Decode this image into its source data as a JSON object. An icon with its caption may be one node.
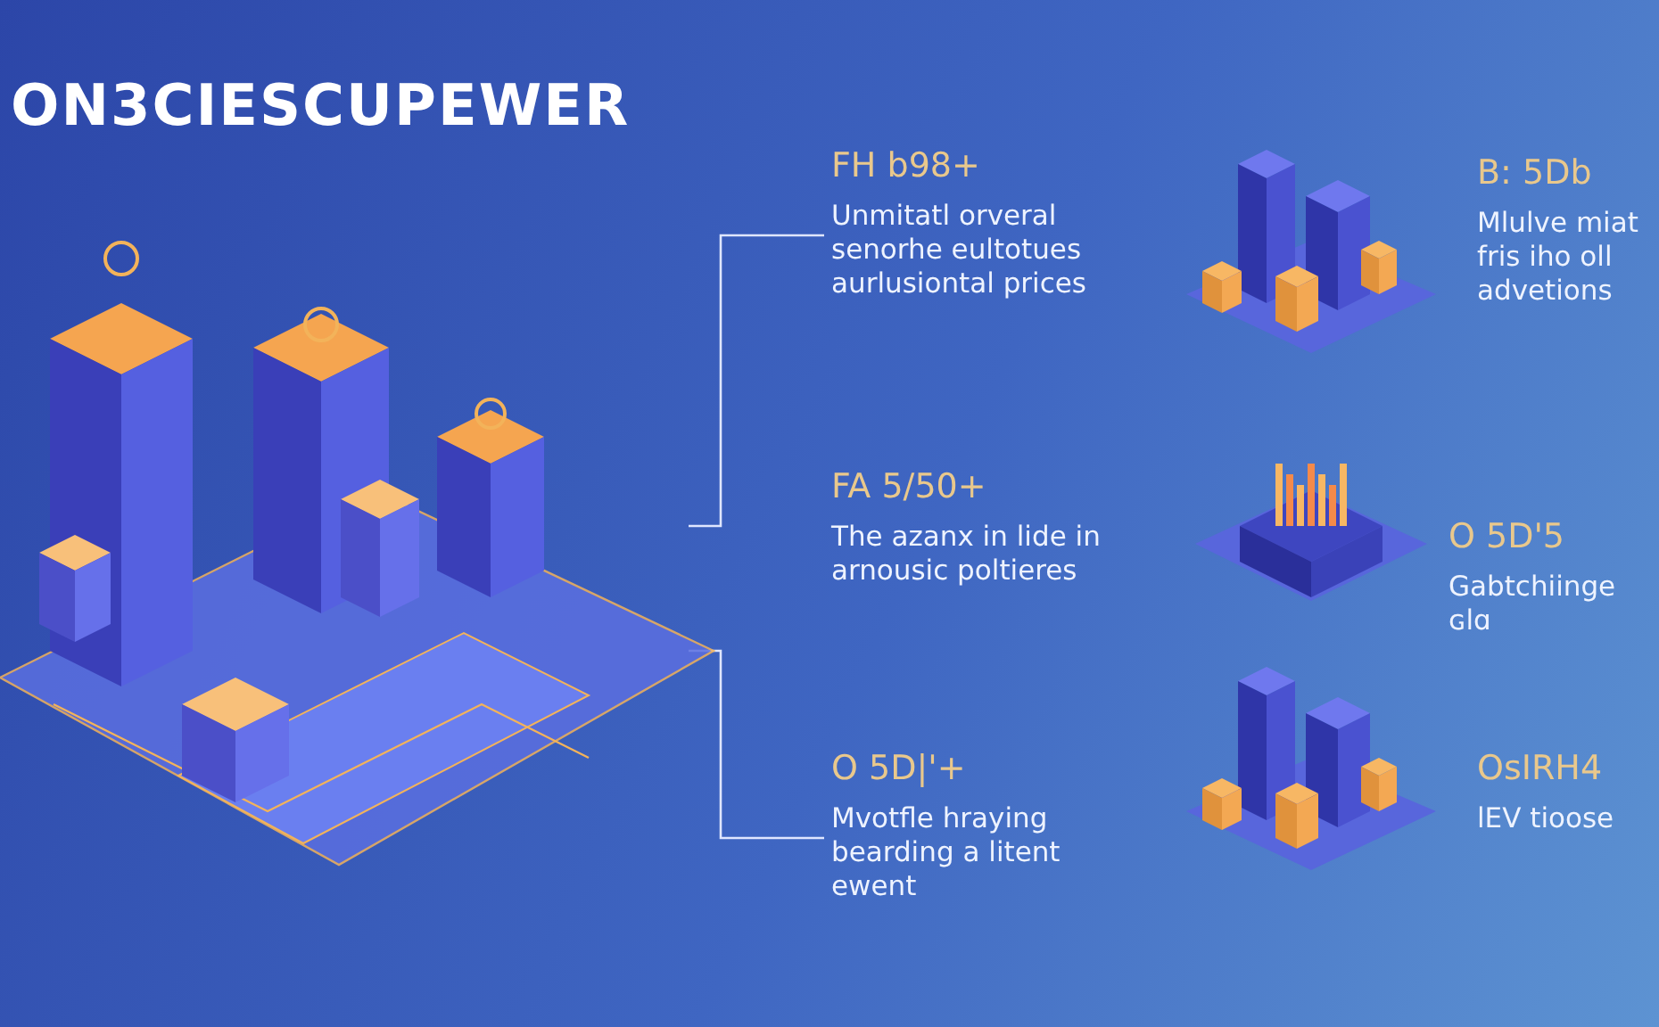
{
  "diagram": {
    "title": "ON3CIESCUPEWER",
    "nodes": [
      {
        "text": [],
        "shape": "picture"
      },
      {
        "text": [
          "FH b98+",
          "Unmitatl orveral senorhe eultotues aurlusiontal prices"
        ]
      },
      {
        "text": [
          "FA 5/50+",
          "The azanx in lide in arnousic poltieres"
        ]
      },
      {
        "text": [
          "O 5D|'+",
          "Mvotfle hraying bearding a litent ewent"
        ]
      },
      {
        "text": [],
        "shape": "picture"
      },
      {
        "text": [
          "B: 5Db",
          "Mlulve miat fris iho oll advetions"
        ]
      },
      {
        "text": [],
        "shape": "picture"
      },
      {
        "text": [
          "O 5D'5",
          "Gabtchiinge ɢlɑ"
        ]
      },
      {
        "text": [],
        "shape": "picture"
      },
      {
        "text": [
          "OsIRH4",
          "lEV tioose"
        ]
      }
    ],
    "edges": [
      {
        "from": 0,
        "to": 1,
        "arrow": "none"
      },
      {
        "from": 0,
        "to": 3,
        "arrow": "none"
      }
    ]
  }
}
